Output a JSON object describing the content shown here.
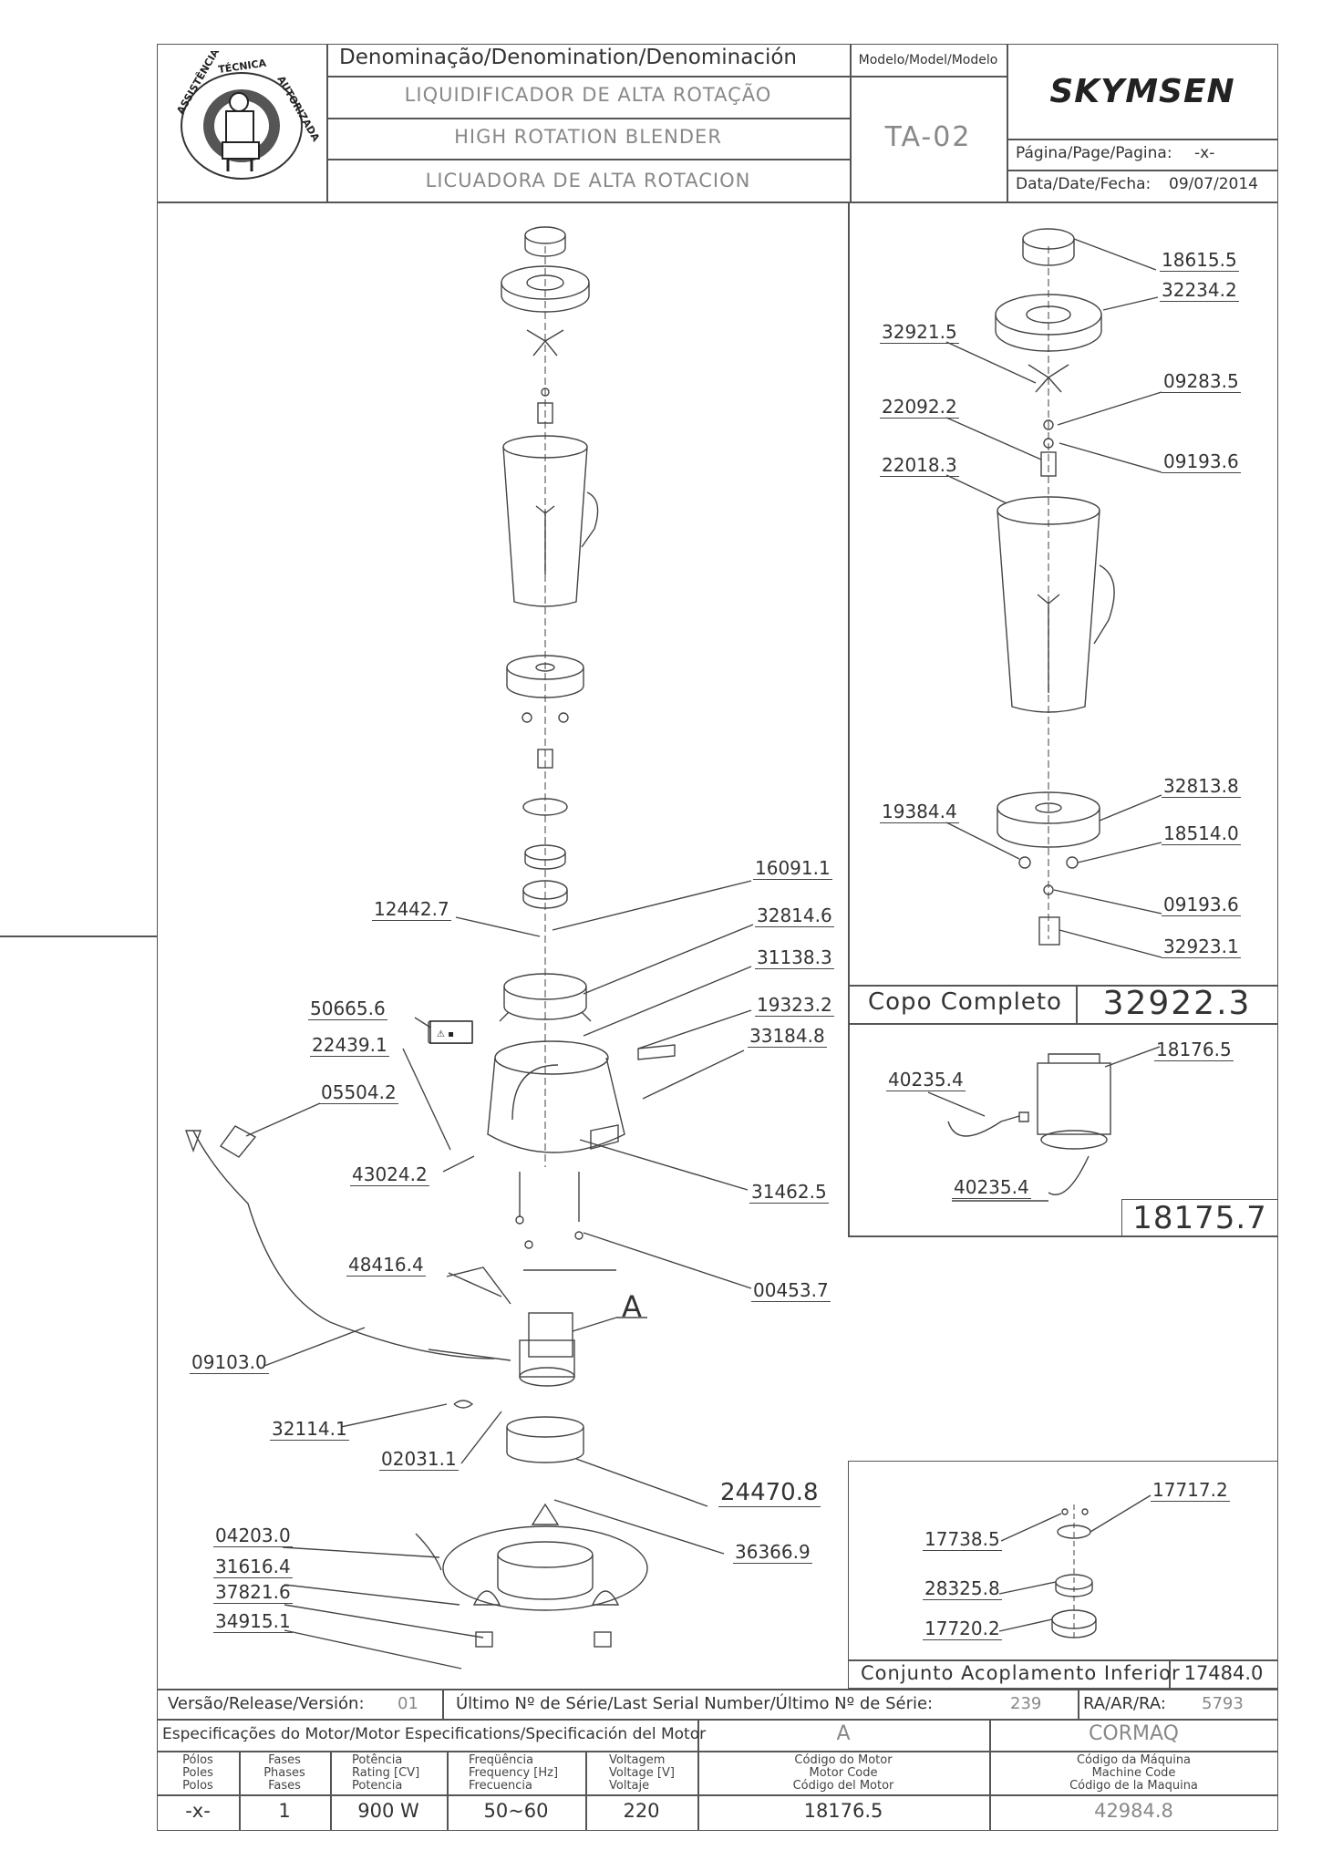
{
  "header": {
    "denomination_label": "Denominação/Denomination/Denominación",
    "model_label": "Modelo/Model/Modelo",
    "name_pt": "LIQUIDIFICADOR DE ALTA ROTAÇÃO",
    "name_en": "HIGH ROTATION BLENDER",
    "name_es": "LICUADORA DE ALTA ROTACION",
    "model": "TA-02",
    "brand": "SKYMSEN",
    "page_label": "Página/Page/Pagina:",
    "page_value": "-x-",
    "date_label": "Data/Date/Fecha:",
    "date_value": "09/07/2014",
    "logo_text": "ASSISTÊNCIA TÉCNICA AUTORIZADA"
  },
  "main_parts": [
    "16091.1",
    "12442.7",
    "32814.6",
    "31138.3",
    "50665.6",
    "19323.2",
    "22439.1",
    "33184.8",
    "05504.2",
    "43024.2",
    "31462.5",
    "00453.7",
    "48416.4",
    "A",
    "09103.0",
    "32114.1",
    "02031.1",
    "24470.8",
    "04203.0",
    "36366.9",
    "31616.4",
    "37821.6",
    "34915.1"
  ],
  "cup_assembly": {
    "parts": [
      "18615.5",
      "32234.2",
      "32921.5",
      "09283.5",
      "22092.2",
      "09193.6",
      "22018.3",
      "32813.8",
      "19384.4",
      "18514.0",
      "09193.6",
      "32923.1"
    ],
    "label": "Copo Completo",
    "code": "32922.3"
  },
  "motor_assembly": {
    "parts": [
      "18176.5",
      "40235.4",
      "40235.4"
    ],
    "code": "18175.7"
  },
  "coupling_assembly": {
    "parts": [
      "17717.2",
      "17738.5",
      "28325.8",
      "17720.2"
    ],
    "label": "Conjunto Acoplamento Inferior",
    "code": "17484.0"
  },
  "footer": {
    "version_label": "Versão/Release/Versión:",
    "version_value": "01",
    "serial_label": "Último Nº de Série/Last Serial Number/Último Nº de Série:",
    "serial_value": "239",
    "ra_label": "RA/AR/RA:",
    "ra_value": "5793",
    "motor_spec_label": "Especificações do Motor/Motor Especifications/Specificación del Motor",
    "motor_letter": "A",
    "maker": "CORMAQ",
    "col_poles": [
      "Pólos",
      "Poles",
      "Polos"
    ],
    "col_phases": [
      "Fases",
      "Phases",
      "Fases"
    ],
    "col_power": [
      "Potência",
      "Rating [CV]",
      "Potencia"
    ],
    "col_freq": [
      "Freqüência",
      "Frequency [Hz]",
      "Frecuencia"
    ],
    "col_voltage": [
      "Voltagem",
      "Voltage [V]",
      "Voltaje"
    ],
    "col_motor_code": [
      "Código do Motor",
      "Motor Code",
      "Código del Motor"
    ],
    "col_machine_code": [
      "Código da Máquina",
      "Machine Code",
      "Código de la Maquina"
    ],
    "val_poles": "-x-",
    "val_phases": "1",
    "val_power": "900 W",
    "val_freq": "50~60",
    "val_voltage": "220",
    "val_motor_code": "18176.5",
    "val_machine_code": "42984.8"
  }
}
